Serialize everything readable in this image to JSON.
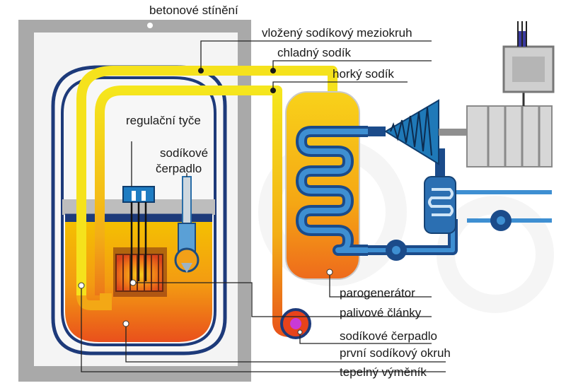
{
  "labels": {
    "shielding": "betonové stínění",
    "intermediate_loop": "vložený sodíkový meziokruh",
    "cold_sodium": "chladný sodík",
    "hot_sodium": "horký sodík",
    "control_rods": "regulační tyče",
    "pump_line1": "sodíkové",
    "pump_line2": "čerpadlo",
    "steam_generator": "parogenerátor",
    "fuel_cells": "palivové články",
    "sodium_pump": "sodíkové čerpadlo",
    "primary_loop": "první sodíkový okruh",
    "heat_exchanger": "tepelný výměník"
  },
  "colors": {
    "concrete": "#a9a9a9",
    "hot": "#f7b400",
    "core": "#e8491d",
    "sodium_pipe": "#f5e21c",
    "water": "#1565a9",
    "turbine": "#1f79b8",
    "leader": "#222222"
  }
}
